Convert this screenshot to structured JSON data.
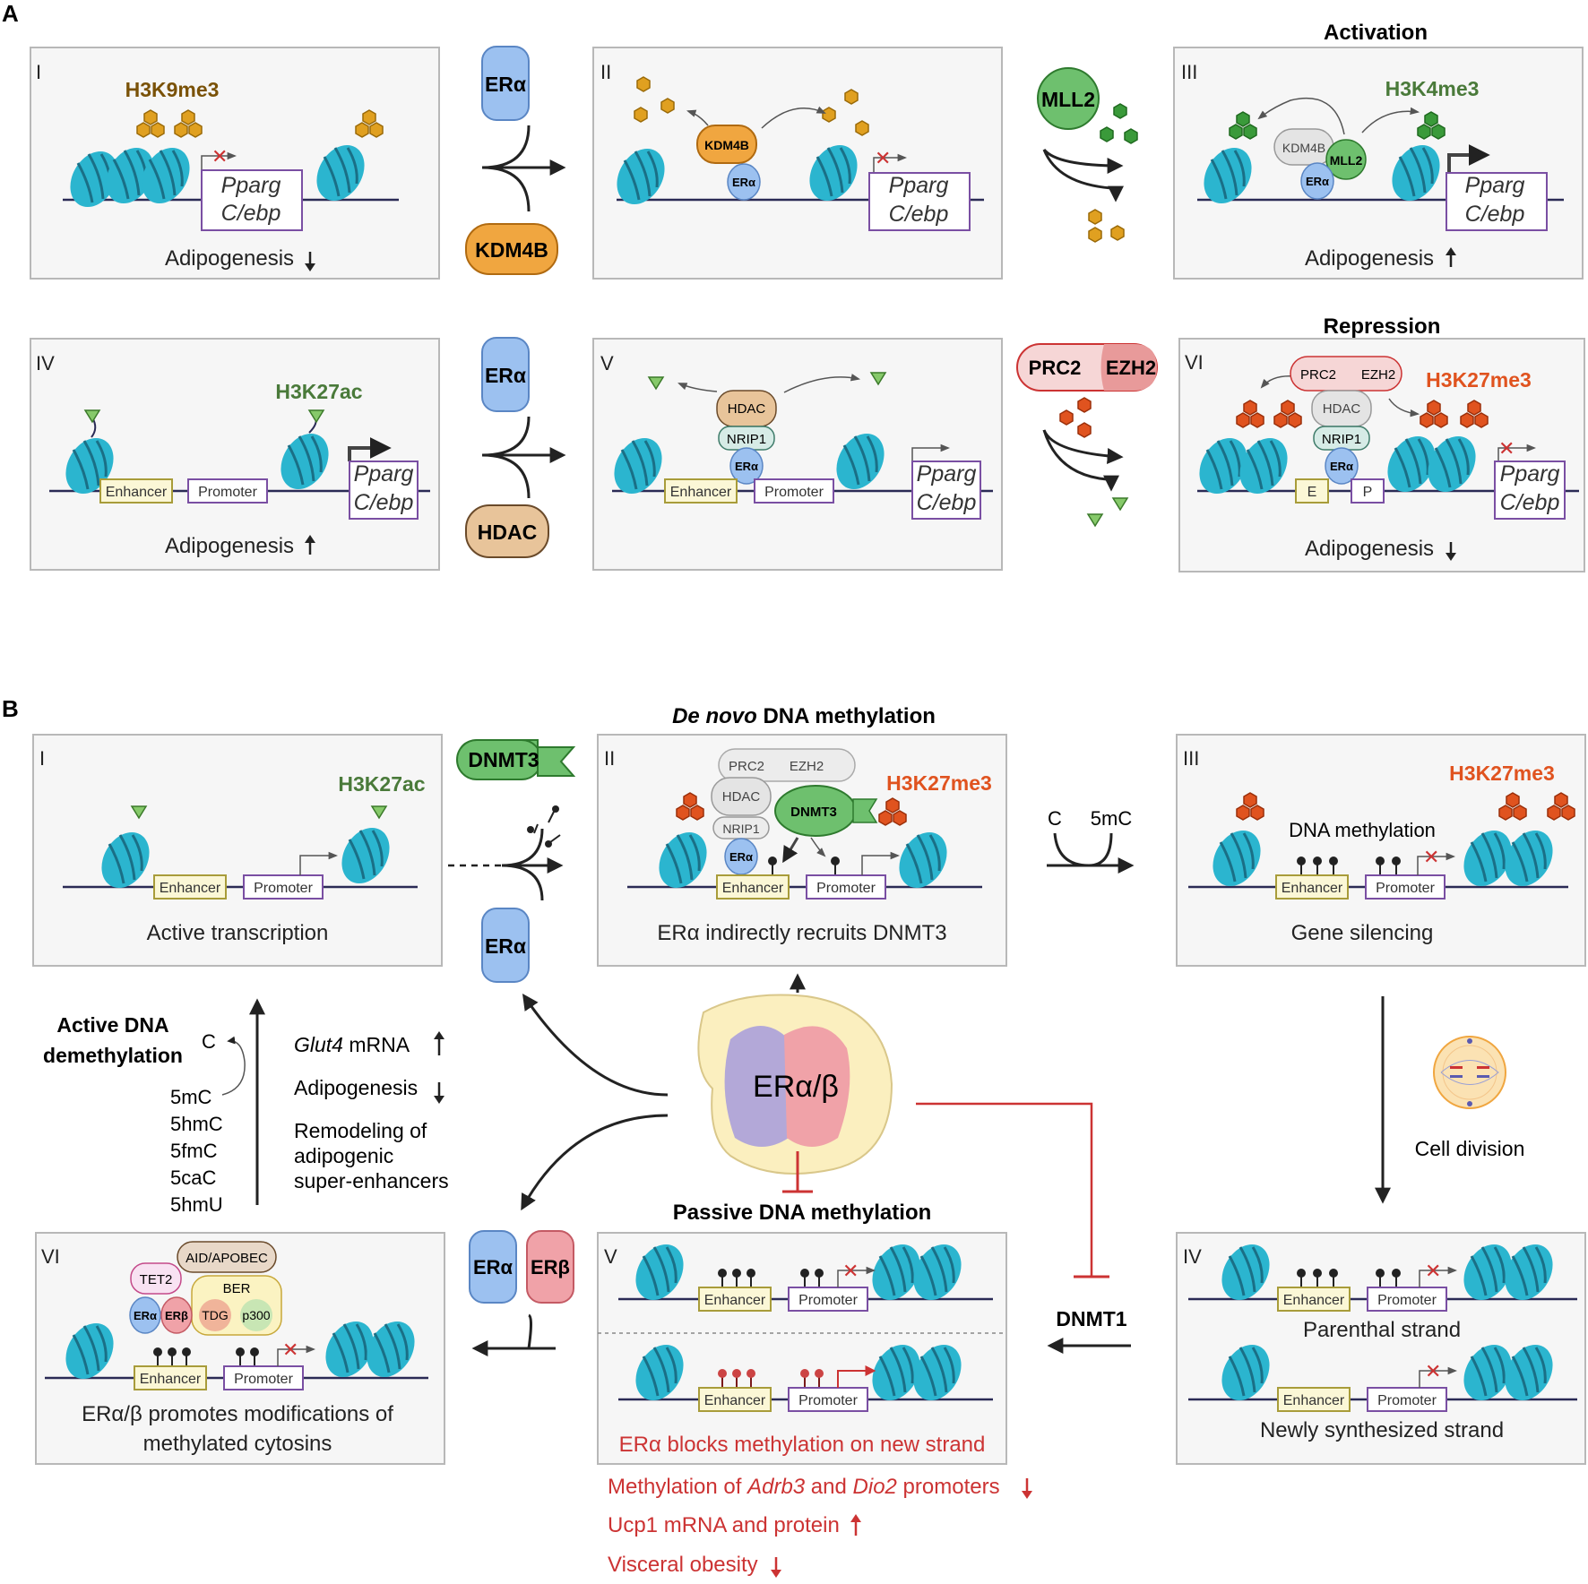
{
  "panelA": {
    "letter": "A",
    "headings": {
      "activation": "Activation",
      "repression": "Repression"
    },
    "I": {
      "num": "I",
      "mark": "H3K9me3",
      "caption": "Adipogenesis",
      "gene1": "Pparg",
      "gene2": "C/ebp"
    },
    "II": {
      "num": "II",
      "enzyme": "KDM4B",
      "receptor": "ERα",
      "gene1": "Pparg",
      "gene2": "C/ebp"
    },
    "III": {
      "num": "III",
      "mark": "H3K4me3",
      "kdm": "KDM4B",
      "mll": "MLL2",
      "receptor": "ERα",
      "caption": "Adipogenesis",
      "gene1": "Pparg",
      "gene2": "C/ebp"
    },
    "IV": {
      "num": "IV",
      "mark": "H3K27ac",
      "enhancer": "Enhancer",
      "promoter": "Promoter",
      "caption": "Adipogenesis",
      "gene1": "Pparg",
      "gene2": "C/ebp"
    },
    "V": {
      "num": "V",
      "hdac": "HDAC",
      "nrip": "NRIP1",
      "receptor": "ERα",
      "enhancer": "Enhancer",
      "promoter": "Promoter",
      "gene1": "Pparg",
      "gene2": "C/ebp"
    },
    "VI": {
      "num": "VI",
      "mark": "H3K27me3",
      "prc2": "PRC2",
      "ezh2": "EZH2",
      "hdac": "HDAC",
      "nrip": "NRIP1",
      "receptor": "ERα",
      "e": "E",
      "p": "P",
      "caption": "Adipogenesis",
      "gene1": "Pparg",
      "gene2": "C/ebp"
    },
    "between": {
      "era1": "ERα",
      "kdm4b": "KDM4B",
      "mll2": "MLL2",
      "era2": "ERα",
      "hdac": "HDAC",
      "prc2": "PRC2",
      "ezh2": "EZH2"
    }
  },
  "panelB": {
    "letter": "B",
    "headings": {
      "denovo_italic": "De novo",
      "denovo_rest": " DNA methylation",
      "passive": "Passive DNA methylation"
    },
    "I": {
      "num": "I",
      "mark": "H3K27ac",
      "enhancer": "Enhancer",
      "promoter": "Promoter",
      "caption": "Active transcription"
    },
    "II": {
      "num": "II",
      "mark": "H3K27me3",
      "prc2": "PRC2",
      "ezh2": "EZH2",
      "hdac": "HDAC",
      "dnmt3": "DNMT3",
      "nrip": "NRIP1",
      "receptor": "ERα",
      "enhancer": "Enhancer",
      "promoter": "Promoter",
      "caption": "ERα indirectly recruits DNMT3"
    },
    "III": {
      "num": "III",
      "mark": "H3K27me3",
      "methyl": "DNA methylation",
      "enhancer": "Enhancer",
      "promoter": "Promoter",
      "caption": "Gene silencing"
    },
    "IV": {
      "num": "IV",
      "enhancer": "Enhancer",
      "promoter": "Promoter",
      "parental": "Parenthal strand",
      "newly": "Newly synthesized strand"
    },
    "V": {
      "num": "V",
      "enhancer": "Enhancer",
      "promoter": "Promoter",
      "caption": "ERα blocks methylation on new strand"
    },
    "VI": {
      "num": "VI",
      "aid": "AID/APOBEC",
      "tet2": "TET2",
      "ber": "BER",
      "tdg": "TDG",
      "p300": "p300",
      "era": "ERα",
      "erb": "ERβ",
      "enhancer": "Enhancer",
      "promoter": "Promoter",
      "caption1": "ERα/β promotes modifications of",
      "caption2": "methylated cytosins"
    },
    "center": "ERα/β",
    "dnmt3": "DNMT3",
    "era": "ERα",
    "era2": "ERα",
    "erb": "ERβ",
    "c": "C",
    "fivemc": "5mC",
    "cell_division": "Cell division",
    "dnmt1": "DNMT1",
    "active_demeth1": "Active DNA",
    "active_demeth2": "demethylation",
    "demeth_c": "C",
    "mods": [
      "5mC",
      "5hmC",
      "5fmC",
      "5caC",
      "5hmU"
    ],
    "glut4_italic": "Glut4",
    "glut4_rest": " mRNA",
    "adipo": "Adipogenesis",
    "remodel": [
      "Remodeling of",
      "adipogenic",
      "super-enhancers"
    ],
    "effects": [
      {
        "pre": "Methylation of ",
        "i1": "Adrb3",
        "mid": " and ",
        "i2": "Dio2",
        "post": " promoters",
        "dir": "down"
      },
      {
        "pre": "Ucp1 mRNA and protein",
        "dir": "up"
      },
      {
        "pre": "Visceral obesity",
        "dir": "down"
      }
    ]
  },
  "colors": {
    "nucleosome": "#2bb5cf",
    "h3k9me3": "#e0a020",
    "h3k4me3": "#3a9a3a",
    "h3k27me3": "#e0531f",
    "h3k27ac": "#86c96a",
    "era": "#9cc1f0",
    "red": "#cc3333"
  }
}
